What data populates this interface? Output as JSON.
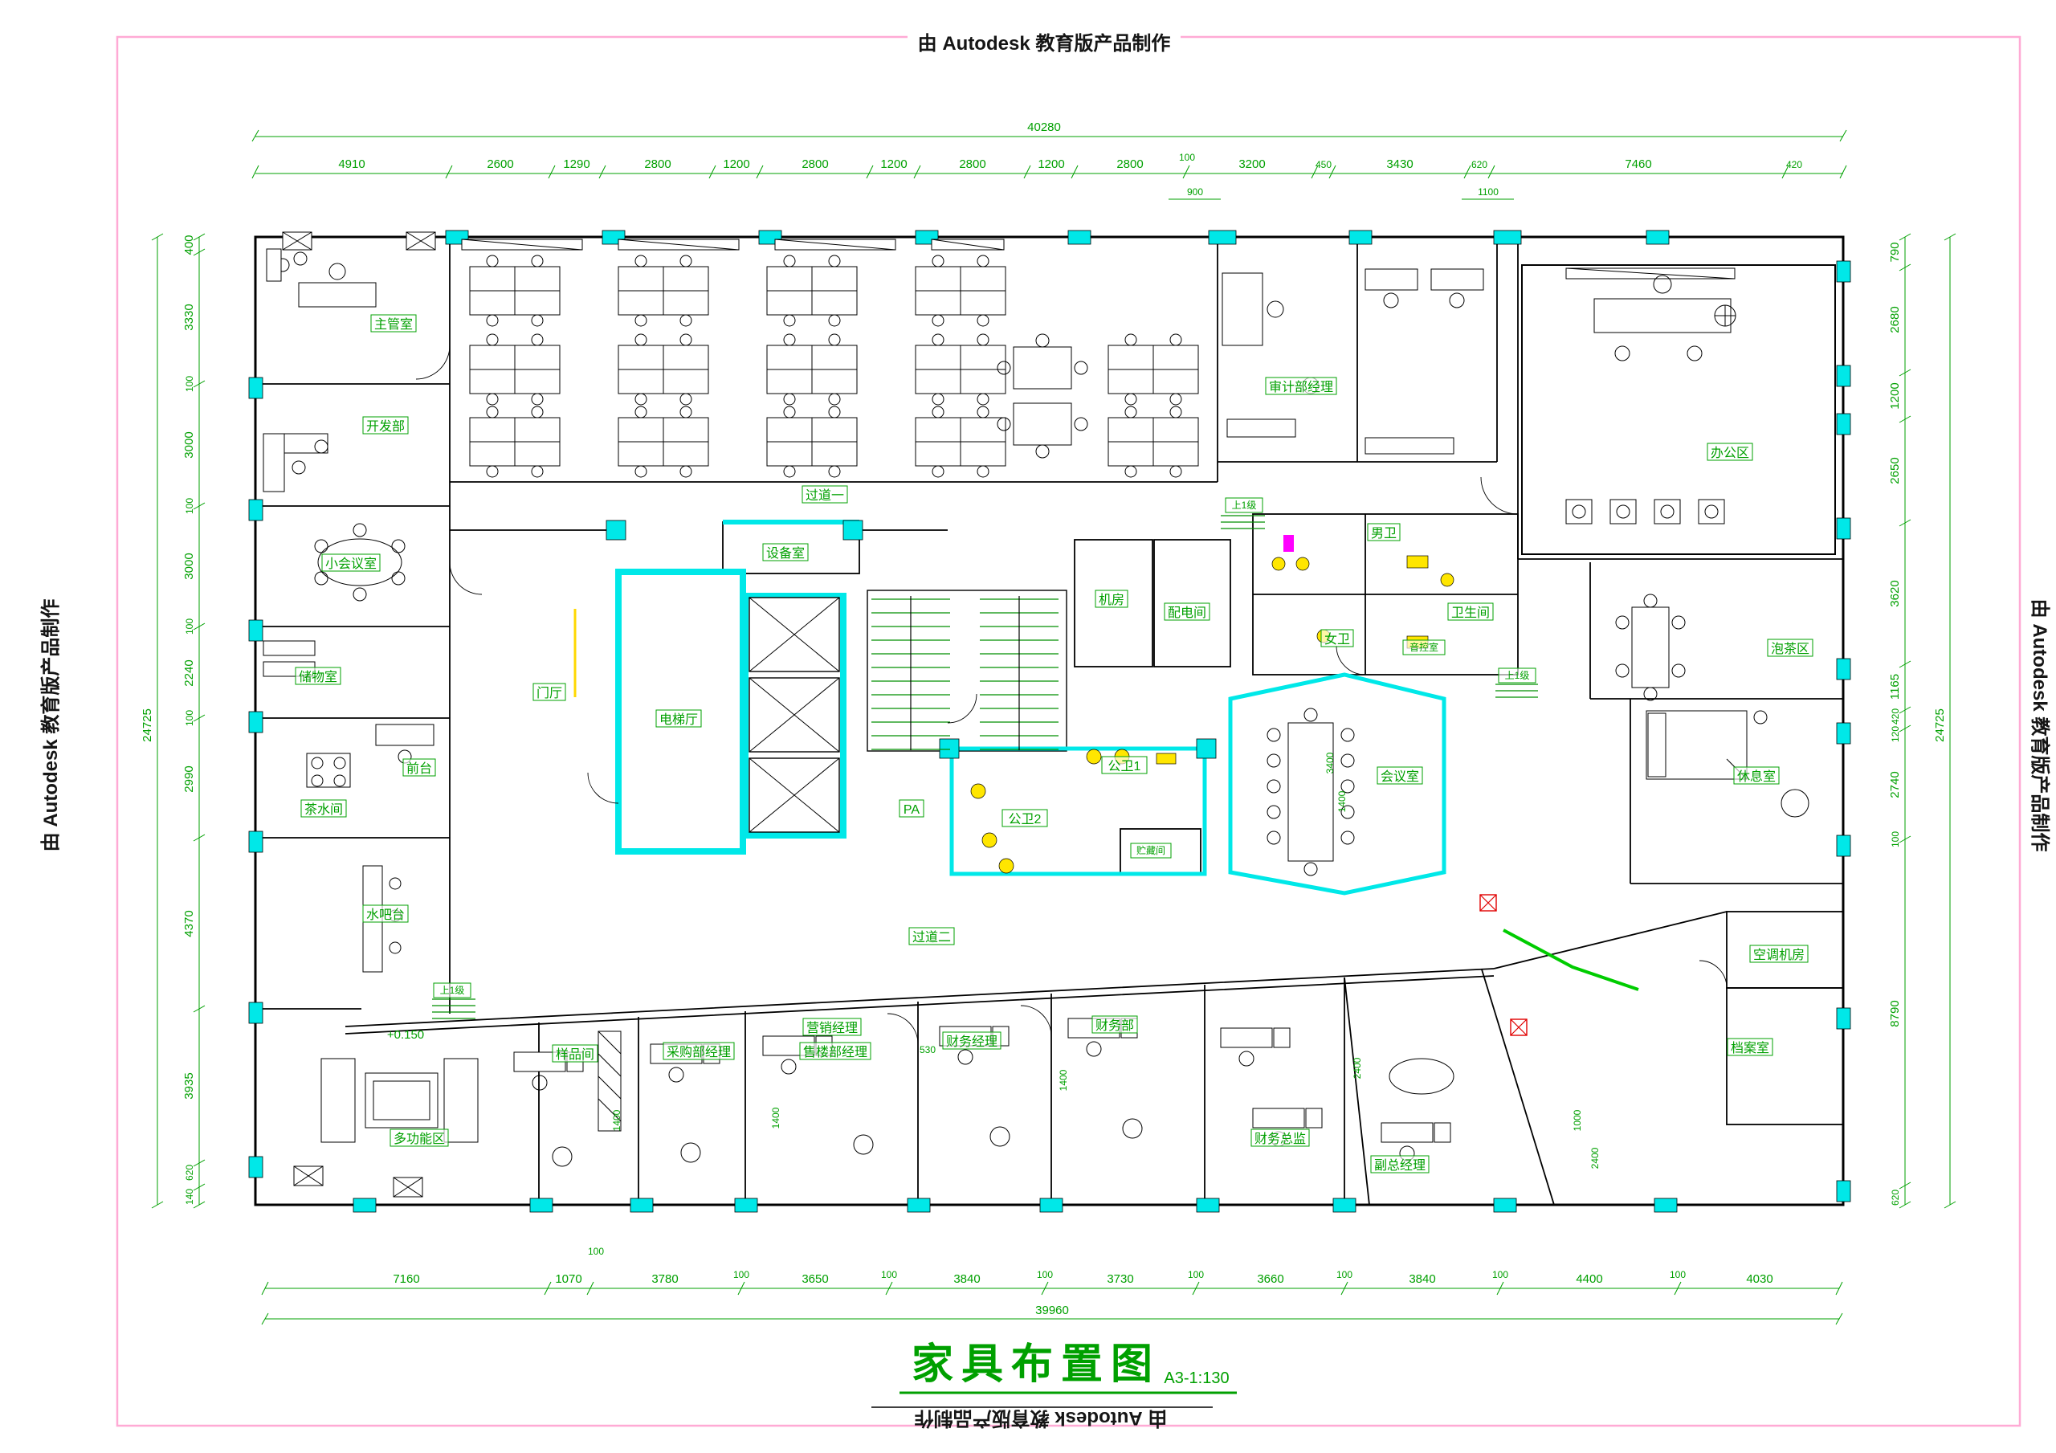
{
  "watermark": {
    "text": "由 Autodesk 教育版产品制作"
  },
  "title": {
    "name": "家具布置图",
    "scale": "A3-1:130"
  },
  "dims": {
    "top_total": "40280",
    "top": [
      "4910",
      "2600",
      "1290",
      "2800",
      "1200",
      "2800",
      "1200",
      "2800",
      "1200",
      "2800",
      "100",
      "3200",
      "450",
      "3430",
      "620",
      "7460",
      "420"
    ],
    "top_sub": [
      "900",
      "1100"
    ],
    "left": [
      "400",
      "3330",
      "100",
      "3000",
      "100",
      "3000",
      "100",
      "2240",
      "100",
      "2990",
      "4370",
      "3935",
      "620",
      "140"
    ],
    "left_total": "24725",
    "right": [
      "790",
      "2680",
      "1200",
      "2650",
      "3620",
      "1165",
      "420",
      "120",
      "2740",
      "100",
      "8790",
      "620"
    ],
    "right_total": "24725",
    "bottom": [
      "7160",
      "1070",
      "3780",
      "100",
      "3650",
      "100",
      "3840",
      "100",
      "3730",
      "100",
      "3660",
      "100",
      "3840",
      "100",
      "4400",
      "100",
      "4030"
    ],
    "bottom_total": "39960",
    "bottom_sub": "100",
    "interior": [
      "3400",
      "1400",
      "2400",
      "1000",
      "2400",
      "1400",
      "1400",
      "1400",
      "530"
    ]
  },
  "rooms": {
    "supervisor": "主管室",
    "development": "开发部",
    "small_meeting": "小会议室",
    "storage": "储物室",
    "front_desk": "前台",
    "tea_room": "茶水间",
    "water_bar": "水吧台",
    "multifunction": "多功能区",
    "sample": "样品间",
    "purchasing_mgr": "采购部经理",
    "marketing_mgr": "营销经理",
    "sales_mgr": "售楼部经理",
    "finance_mgr": "财务经理",
    "finance_dept": "财务部",
    "finance_director": "财务总监",
    "deputy_gm": "副总经理",
    "audit_mgr": "审计部经理",
    "office_area": "办公区",
    "tea_area": "泡茶区",
    "lounge": "休息室",
    "ac_room": "空调机房",
    "archive": "档案室",
    "meeting": "会议室",
    "audio_control": "音控室",
    "bathroom": "卫生间",
    "mens_wc": "男卫",
    "womens_wc": "女卫",
    "power_dist": "配电间",
    "machine_room": "机房",
    "equipment": "设备室",
    "elevator_hall": "电梯厅",
    "entrance_hall": "门厅",
    "corridor1": "过道一",
    "corridor2": "过道二",
    "public_wc1": "公卫1",
    "public_wc2": "公卫2",
    "storage2": "贮藏间",
    "pa": "PA"
  },
  "annotations": {
    "up_one": "上1级",
    "level": "+0.150"
  },
  "colors": {
    "wall_cyan": "#00e8e8",
    "dim_green": "#00a000",
    "stair_green": "#008f00",
    "border_pink": "#ffaad5",
    "fixture_yellow": "#ffe600",
    "alert_red": "#e00000",
    "accent_magenta": "#ff00ff"
  }
}
